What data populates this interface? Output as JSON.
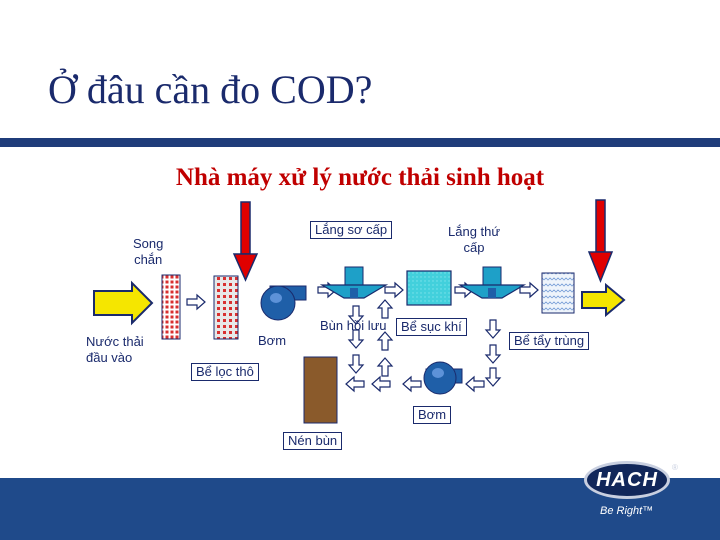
{
  "slide": {
    "title": "Ở đâu cần đo COD?",
    "subtitle": "Nhà máy xử lý nước thải sinh hoạt"
  },
  "labels": {
    "song_chan": "Song\nchắn",
    "nuoc_thai": "Nước thải\nđầu vào",
    "bom_1": "Bơm",
    "be_loc_tho": "Bể lọc thô",
    "lang_so_cap": "Lắng sơ cấp",
    "lang_thu_cap": "Lắng thứ\ncấp",
    "bun_hoi_luu": "Bùn hồi lưu",
    "be_suc_khi": "Bể sục khí",
    "be_tay_trung": "Bể tẩy trùng",
    "bom_2": "Bơm",
    "nen_bun": "Nén bùn"
  },
  "brand": {
    "logo": "HACH",
    "tagline": "Be Right™",
    "trademark": "®"
  },
  "colors": {
    "title": "#1a2a6c",
    "subtitle": "#c00000",
    "footer": "#1f4a8a",
    "arrow_yellow": "#f5e600",
    "arrow_red": "#e00000",
    "pump": "#1f5fa8",
    "clarifier": "#1ea0c8",
    "aeration": "#33c6d6",
    "sludge": "#8a5a2b"
  },
  "icons": [
    "inlet-arrow-icon",
    "outlet-arrow-icon",
    "sampling-arrow-icon",
    "pump-icon",
    "clarifier-icon",
    "screen-icon"
  ]
}
